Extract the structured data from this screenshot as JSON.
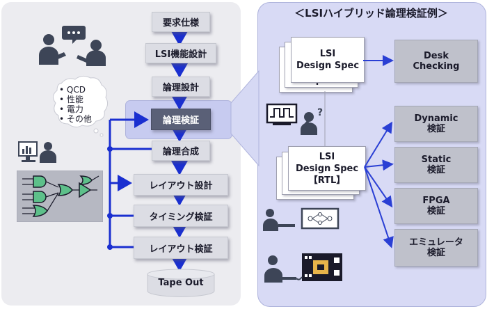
{
  "right_title": "＜LSIハイブリッド論理検証例＞",
  "flow": [
    "要求仕様",
    "LSI機能設計",
    "論理設計",
    "論理検証",
    "論理合成",
    "レイアウト設計",
    "タイミング検証",
    "レイアウト検証",
    "Tape Out"
  ],
  "concerns": [
    "QCD",
    "性能",
    "電力",
    "その他"
  ],
  "spec_top": {
    "line1": "LSI",
    "line2": "Design Spec",
    "behind": "Spec"
  },
  "spec_rtl": {
    "line1": "LSI",
    "line2": "Design Spec",
    "line3": "【RTL】"
  },
  "checks": {
    "desk": [
      "Desk",
      "Checking"
    ],
    "dynamic": [
      "Dynamic",
      "検証"
    ],
    "static": [
      "Static",
      "検証"
    ],
    "fpga": [
      "FPGA",
      "検証"
    ],
    "emulator": [
      "エミュレータ",
      "検証"
    ]
  },
  "colors": {
    "flow_arrow": "#1a2fd0",
    "spec_arrow": "#2a3fd4",
    "active_box": "#5a6077",
    "panel_right": "#d8daf5"
  }
}
